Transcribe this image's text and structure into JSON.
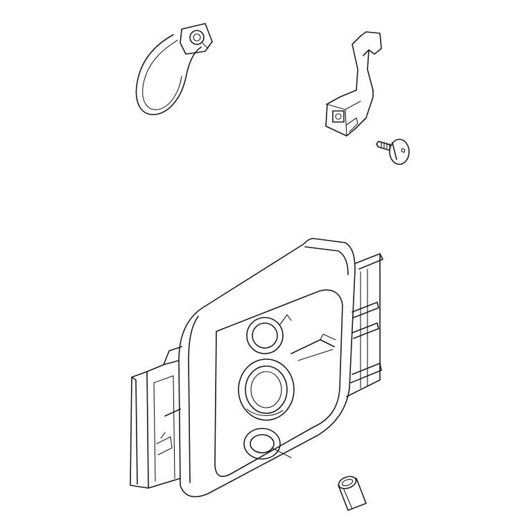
{
  "diagram": {
    "type": "exploded-parts-view",
    "line_color": "#1a1a1a",
    "background_color": "#ffffff",
    "parts": [
      "choke-lever",
      "throttle-lever-bracket",
      "screw",
      "air-filter-base-plate",
      "tube-bushing"
    ]
  }
}
